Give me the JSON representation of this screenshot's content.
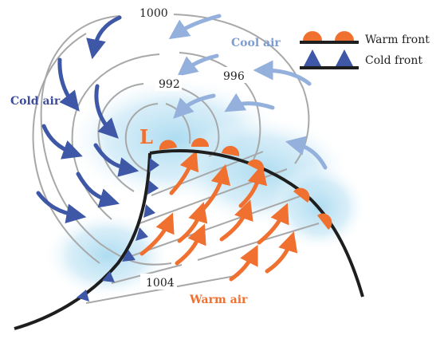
{
  "diagram": {
    "low_label": "L",
    "isobars": [
      "1000",
      "996",
      "992",
      "1004"
    ],
    "air_labels": {
      "cool": "Cool air",
      "cold": "Cold air",
      "warm": "Warm air"
    },
    "legend": {
      "warm_front": "Warm front",
      "cold_front": "Cold front"
    }
  },
  "colors": {
    "warm": "#f07030",
    "cold_arrow": "#3e57a6",
    "cool_arrow": "#94b0dc",
    "cool_label": "#7c9dd3",
    "cold_label": "#3e4d9a",
    "isobar": "#a8a8a8",
    "front": "#1e1e1e",
    "shade": "#a9daf0"
  }
}
